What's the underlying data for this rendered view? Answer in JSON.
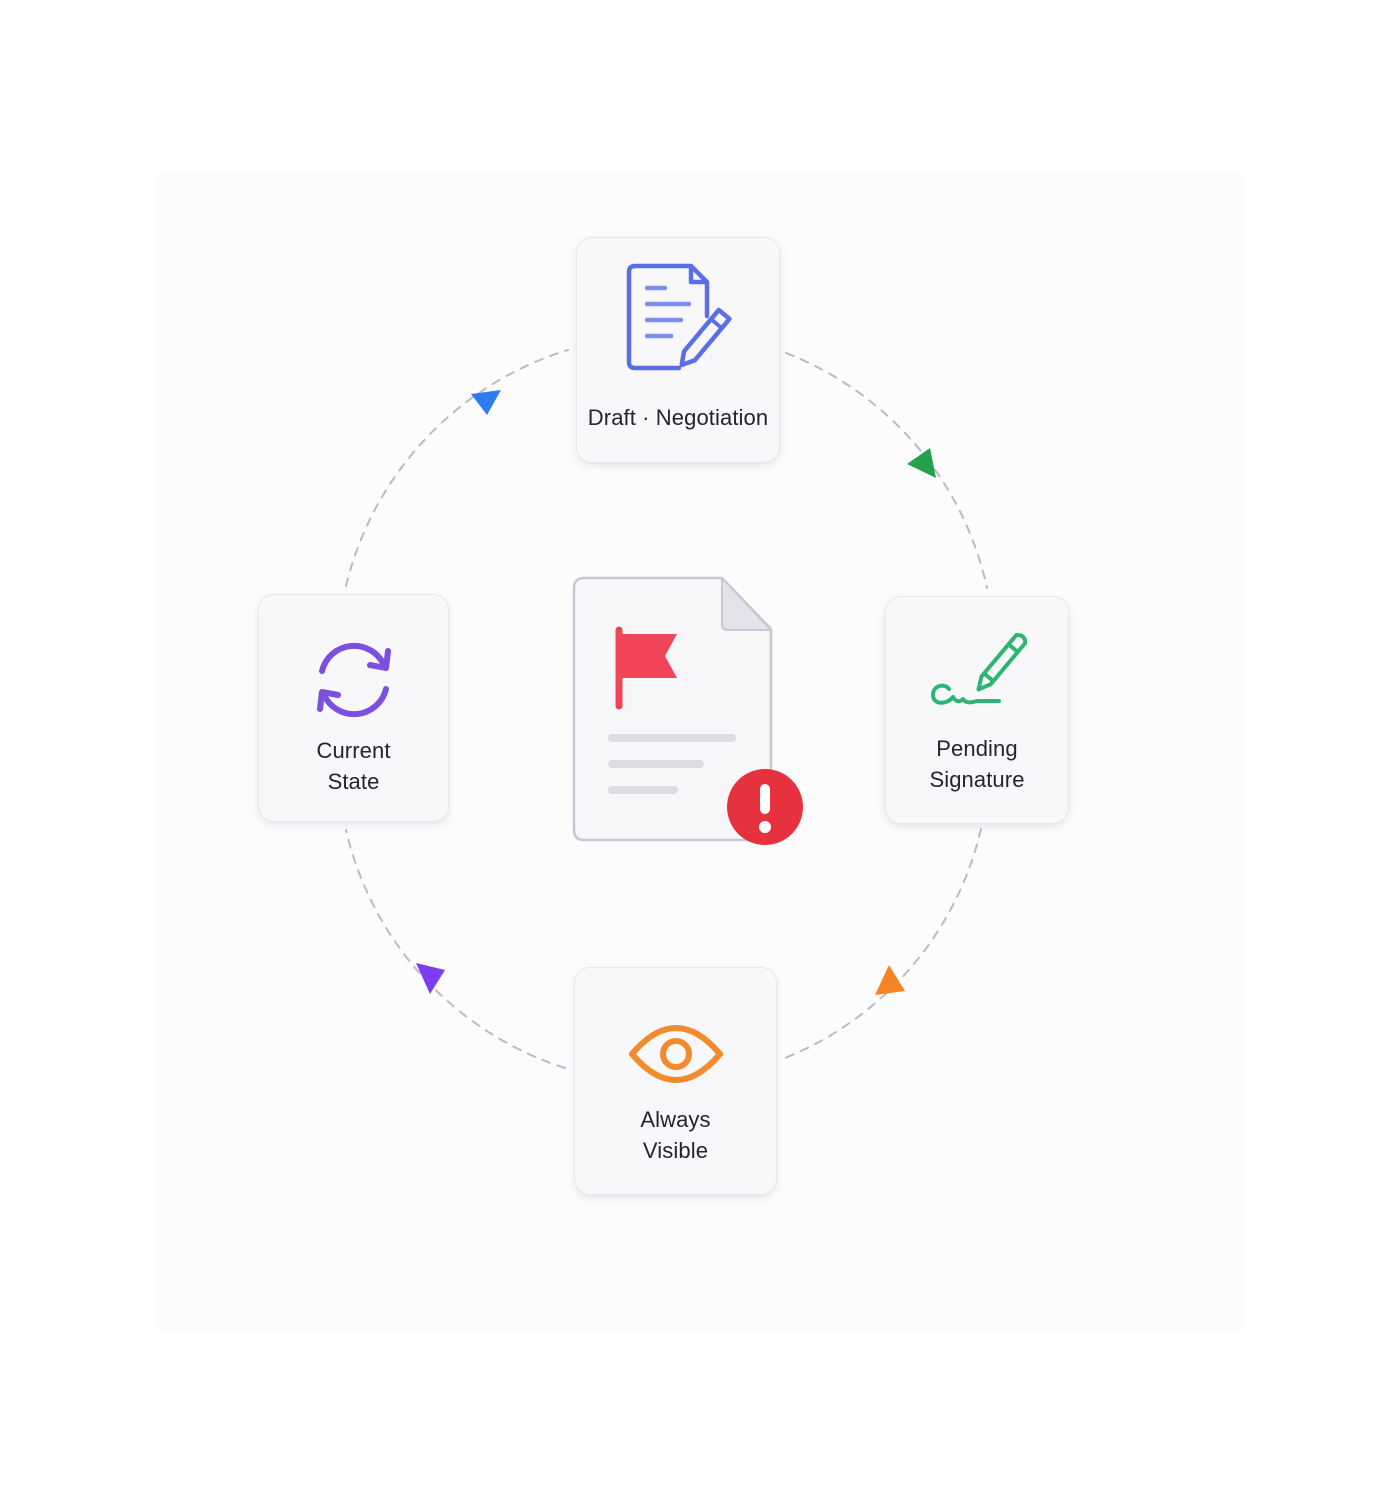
{
  "diagram": {
    "stages": {
      "draft": {
        "line1": "Draft · Negotiation",
        "icon": "document-edit-icon",
        "color": "#5b6ee6"
      },
      "pending": {
        "line1": "Pending",
        "line2": "Signature",
        "icon": "signature-pen-icon",
        "color": "#2fb573"
      },
      "visible": {
        "line1": "Always",
        "line2": "Visible",
        "icon": "eye-icon",
        "color": "#f28a2e"
      },
      "current": {
        "line1": "Current",
        "line2": "State",
        "icon": "refresh-icon",
        "color": "#7b4fe0"
      }
    },
    "center": {
      "icon": "flagged-document-icon",
      "flag_color": "#f04458",
      "alert_color": "#e5323e",
      "alert_glyph": "!"
    },
    "arrows": [
      {
        "name": "arrow-blue",
        "color": "#2f7bf0"
      },
      {
        "name": "arrow-green",
        "color": "#23a14d"
      },
      {
        "name": "arrow-orange",
        "color": "#f58424"
      },
      {
        "name": "arrow-purple",
        "color": "#7b3ff0"
      }
    ],
    "connector_color": "#b9bcc7"
  }
}
